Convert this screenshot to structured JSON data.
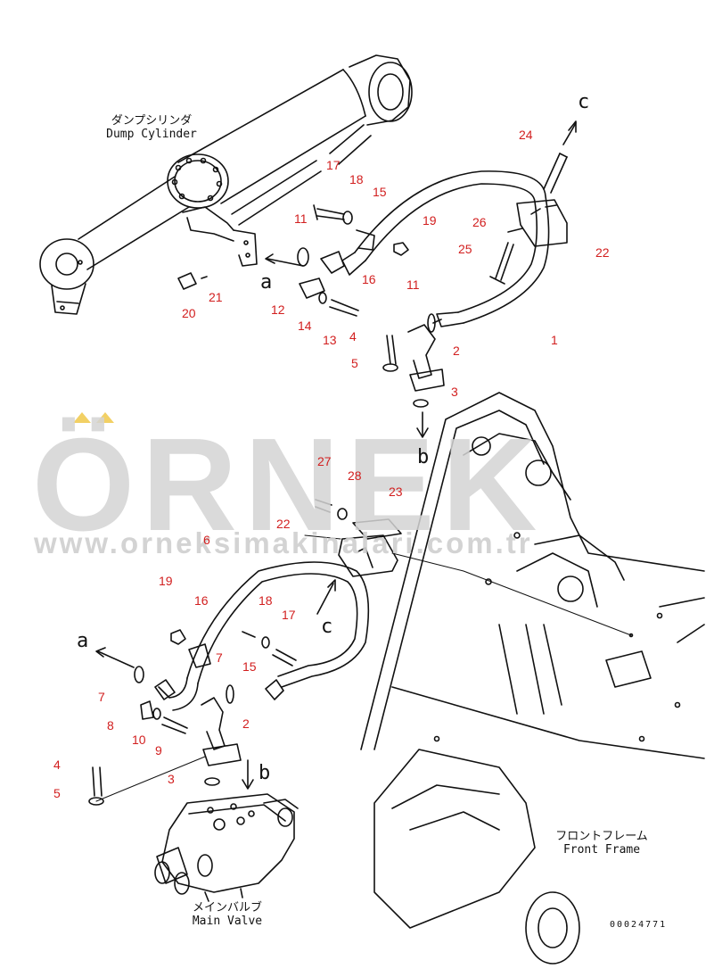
{
  "captions": {
    "dump_cylinder_jp": "ダンプシリンダ",
    "dump_cylinder_en": "Dump Cylinder",
    "front_frame_jp": "フロントフレーム",
    "front_frame_en": "Front Frame",
    "main_valve_jp": "メインバルブ",
    "main_valve_en": "Main Valve"
  },
  "drawing_number": "00024771",
  "watermark": {
    "brand": "ÖRNEK",
    "url": "www.orneksimakinalari.com.tr",
    "dot_color": "#f2d064",
    "text_color": "#d0d0d0"
  },
  "colors": {
    "callout": "#d21f1f",
    "line": "#111111"
  },
  "view_letters": {
    "a_top": "a",
    "a_bottom": "a",
    "b_top": "b",
    "b_bottom": "b",
    "c_top": "c",
    "c_bottom": "c"
  },
  "callouts": {
    "c17_top": "17",
    "c18_top": "18",
    "c15_top": "15",
    "c19_top": "19",
    "c24": "24",
    "c26": "26",
    "c22_top": "22",
    "c25": "25",
    "c11_left": "11",
    "c11_right": "11",
    "c16_top": "16",
    "c21": "21",
    "c20": "20",
    "c12": "12",
    "c14": "14",
    "c13": "13",
    "c1": "1",
    "c4_top": "4",
    "c2_top": "2",
    "c5_top": "5",
    "c3_top": "3",
    "c27": "27",
    "c28": "28",
    "c23": "23",
    "c22_mid": "22",
    "c6": "6",
    "c19_bot": "19",
    "c16_bot": "16",
    "c18_bot": "18",
    "c17_bot": "17",
    "c7_a": "7",
    "c15_bot": "15",
    "c7_b": "7",
    "c8": "8",
    "c10": "10",
    "c9": "9",
    "c2_bot": "2",
    "c4_bot": "4",
    "c3_bot": "3",
    "c5_bot": "5"
  }
}
